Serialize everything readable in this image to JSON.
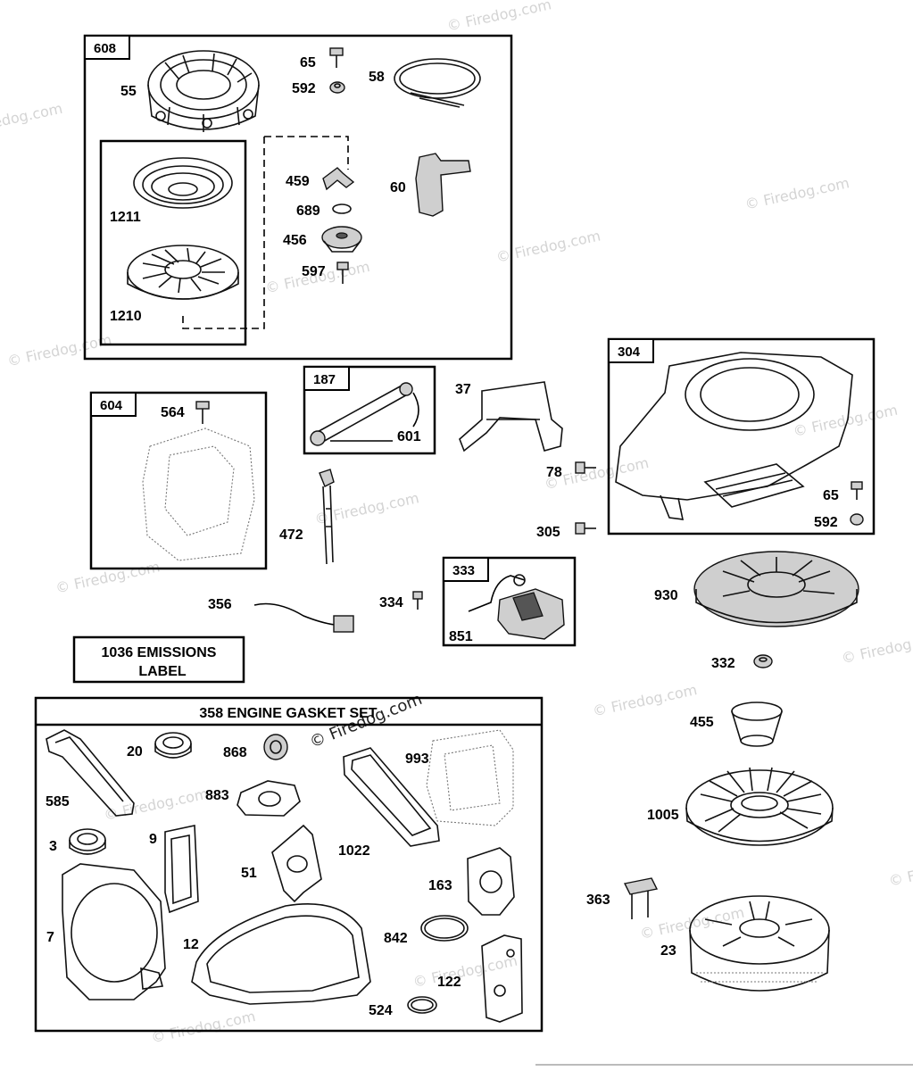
{
  "labels": {
    "l608": "608",
    "l55": "55",
    "l65a": "65",
    "l592a": "592",
    "l58": "58",
    "l459": "459",
    "l689": "689",
    "l456": "456",
    "l597": "597",
    "l60": "60",
    "l1211": "1211",
    "l1210": "1210",
    "l604": "604",
    "l564": "564",
    "l187": "187",
    "l601": "601",
    "l37": "37",
    "l78": "78",
    "l304": "304",
    "l65b": "65",
    "l592b": "592",
    "l305": "305",
    "l472": "472",
    "l333": "333",
    "l851": "851",
    "l334": "334",
    "l356": "356",
    "l930": "930",
    "l332": "332",
    "l455": "455",
    "l1005": "1005",
    "l363": "363",
    "l23": "23",
    "emissions_line1": "1036 EMISSIONS",
    "emissions_line2": "LABEL",
    "gasket_title": "358 ENGINE GASKET SET",
    "l20": "20",
    "l868": "868",
    "l993": "993",
    "l585": "585",
    "l883": "883",
    "l3": "3",
    "l9": "9",
    "l1022": "1022",
    "l51": "51",
    "l163": "163",
    "l7": "7",
    "l12": "12",
    "l842": "842",
    "l122": "122",
    "l524": "524"
  },
  "watermark": "© Firedog.com",
  "colors": {
    "line": "#000000",
    "watermark": "#d4d4d4",
    "background": "#ffffff"
  }
}
